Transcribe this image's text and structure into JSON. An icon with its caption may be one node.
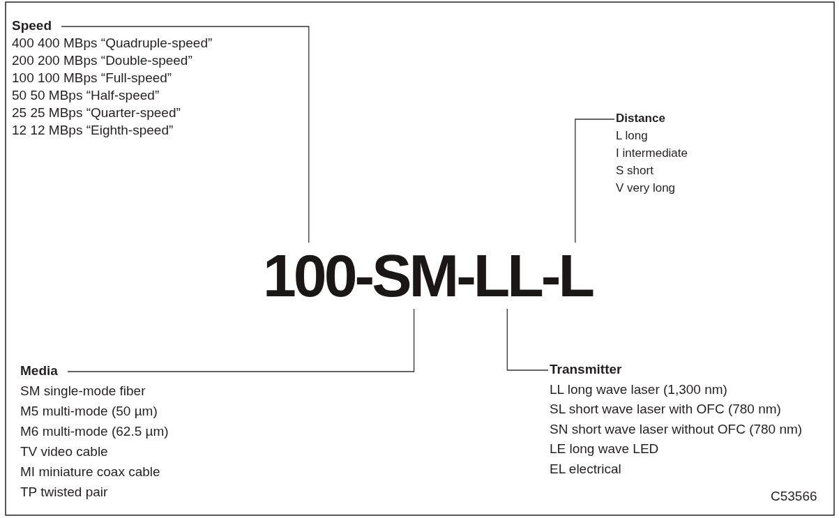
{
  "diagram": {
    "nodes": [
      {
        "text": [
          "Speed",
          "400 400 MBps “Quadruple-speed”",
          "200 200 MBps “Double-speed”",
          "100 100 MBps “Full-speed”",
          "50 50 MBps “Half-speed”",
          "25 25 MBps “Quarter-speed”",
          "12 12 MBps “Eighth-speed”"
        ]
      },
      {
        "text": [
          "Distance",
          "L long",
          "I intermediate",
          "S short",
          "V very long"
        ]
      },
      {
        "text": [
          "100"
        ]
      },
      {
        "text": [
          "SM"
        ]
      },
      {
        "text": [
          "LL"
        ]
      },
      {
        "text": [
          "L"
        ]
      },
      {
        "text": [
          "Media",
          "SM single-mode fiber",
          "M5 multi-mode (50 µm)",
          "M6 multi-mode (62.5 µm)",
          "TV video cable",
          "MI miniature coax cable",
          "TP twisted pair"
        ]
      },
      {
        "text": [
          "Transmitter",
          "LL long wave laser (1,300 nm)",
          "SL short wave laser with OFC (780 nm)",
          "SN short wave laser without OFC (780 nm)",
          "LE long wave LED",
          "EL electrical"
        ]
      }
    ],
    "edges": [
      {
        "from": 0,
        "to": 2,
        "arrow": "none"
      },
      {
        "from": 1,
        "to": 5,
        "arrow": "none"
      },
      {
        "from": 6,
        "to": 3,
        "arrow": "none"
      },
      {
        "from": 7,
        "to": 4,
        "arrow": "none"
      }
    ],
    "labels": [
      "-",
      "-",
      "-",
      "C53566"
    ]
  }
}
